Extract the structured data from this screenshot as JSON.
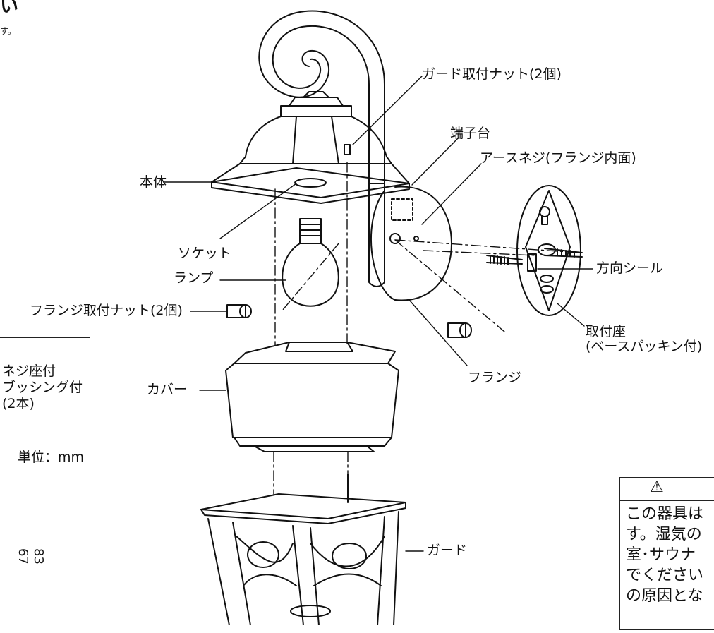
{
  "header": {
    "fragment_large": "い",
    "fragment_small": "す。"
  },
  "labels": {
    "guard_nut": "ガード取付ナット(2個)",
    "terminal": "端子台",
    "earth_screw": "アースネジ(フランジ内面)",
    "body": "本体",
    "socket": "ソケット",
    "lamp": "ランプ",
    "direction_seal": "方向シール",
    "flange_nut": "フランジ取付ナット(2個)",
    "mount_base_1": "取付座",
    "mount_base_2": "(ベースパッキン付)",
    "flange": "フランジ",
    "cover": "カバー",
    "guard": "ガード"
  },
  "left_box": {
    "line1": "ネジ座付",
    "line2": "ブッシング付",
    "line3": "(2本)"
  },
  "dim_box": {
    "unit": "単位：mm",
    "dim1": "67",
    "dim2": "83"
  },
  "warning": {
    "icon": "warning-triangle-icon",
    "lines": [
      "この器具は",
      "す。湿気の",
      "室･サウナ",
      "でください",
      "の原因とな"
    ]
  }
}
